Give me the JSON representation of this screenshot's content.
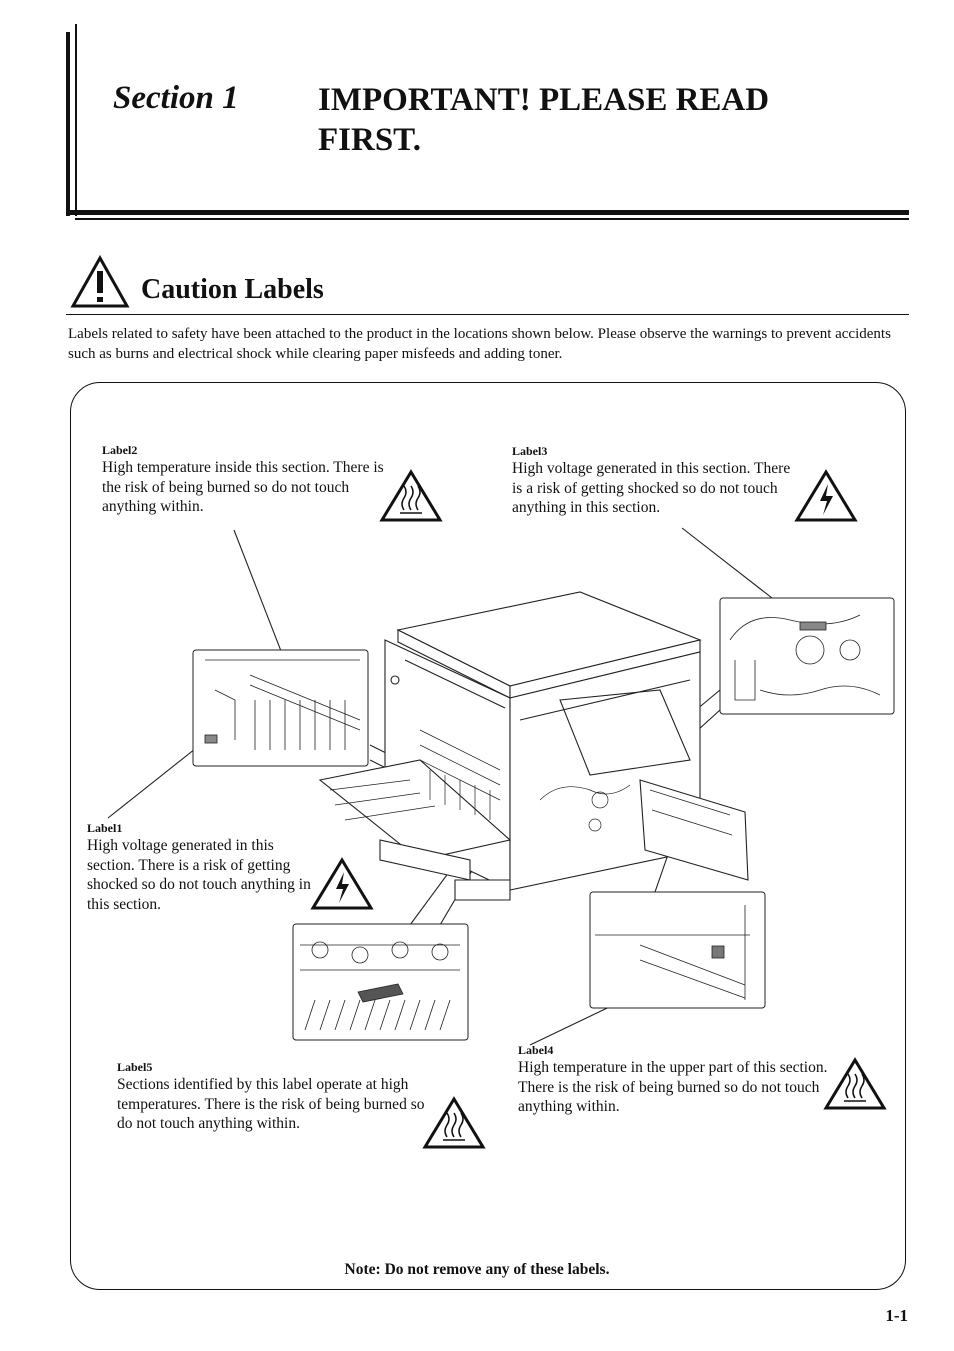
{
  "header": {
    "section_label": "Section 1",
    "title": "IMPORTANT! PLEASE READ FIRST."
  },
  "caution": {
    "heading": "Caution Labels",
    "intro": "Labels related to safety have been attached to the product in the locations shown below. Please observe the warnings to prevent accidents such as burns and electrical shock while clearing paper misfeeds and adding toner."
  },
  "labels": {
    "label1": {
      "title": "Label1",
      "text": "High voltage generated in this section. There is a risk of getting shocked so do not touch anything in this section."
    },
    "label2": {
      "title": "Label2",
      "text": "High temperature inside this section. There is the risk of being burned so do not touch anything within."
    },
    "label3": {
      "title": "Label3",
      "text": "High voltage generated in this section. There is a risk of getting shocked so do not touch anything in this section."
    },
    "label4": {
      "title": "Label4",
      "text": "High temperature in the upper part of this section. There is the risk of being burned so do not touch anything within."
    },
    "label5": {
      "title": "Label5",
      "text": "Sections identified by this label operate at high temperatures. There is the risk of being burned so do not touch anything within."
    }
  },
  "note": "Note: Do not remove any of these labels.",
  "page_number": "1-1"
}
